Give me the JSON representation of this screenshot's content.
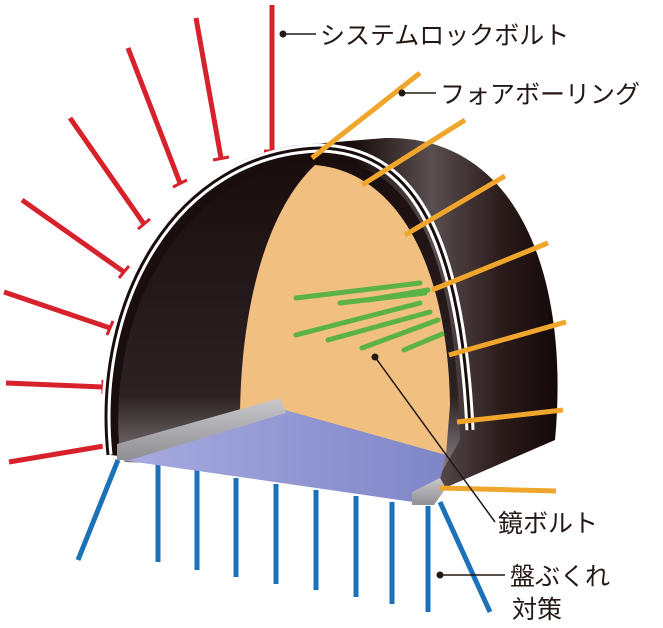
{
  "labels": {
    "system_bolt": "システムロックボルト",
    "fore_poling": "フォアボーリング",
    "face_bolt": "鏡ボルト",
    "heave_line1": "盤ぶくれ",
    "heave_line2": "対策"
  },
  "colors": {
    "system_bolt": "#d7212b",
    "fore_poling": "#f0a62c",
    "face_bolt": "#5bb246",
    "heave_pile": "#1d71b8",
    "face": "#f1bf80",
    "floor": "#8c92d4",
    "lining": "#1a0d0d",
    "leader": "#231815"
  }
}
